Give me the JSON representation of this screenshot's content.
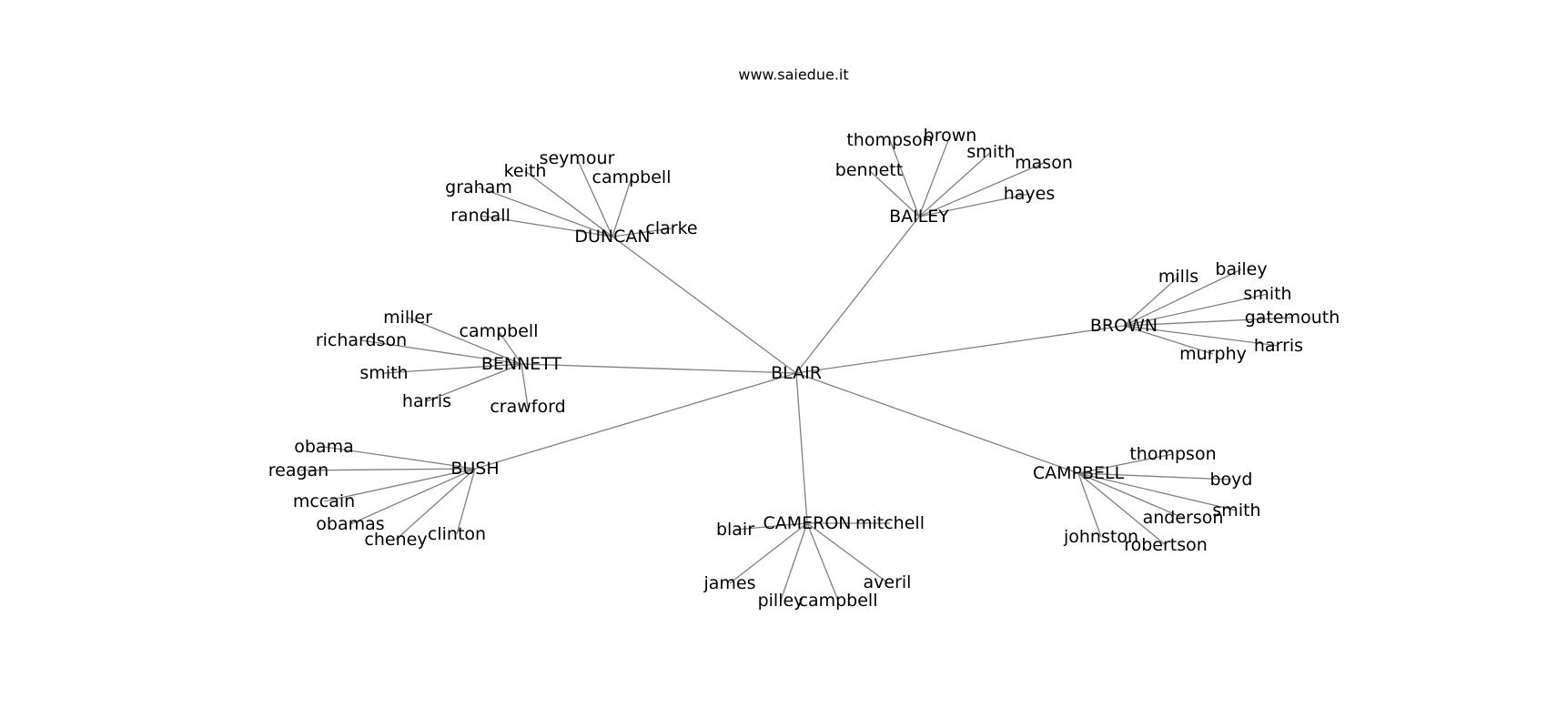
{
  "title": "www.saiedue.it",
  "colors": {
    "edge": "#808080",
    "text": "#000000",
    "background": "#ffffff"
  },
  "graph": {
    "root": "BLAIR",
    "groups": [
      {
        "hub": "DUNCAN",
        "leaves": [
          "randall",
          "graham",
          "keith",
          "seymour",
          "campbell",
          "clarke"
        ]
      },
      {
        "hub": "BAILEY",
        "leaves": [
          "bennett",
          "thompson",
          "brown",
          "smith",
          "mason",
          "hayes"
        ]
      },
      {
        "hub": "BROWN",
        "leaves": [
          "mills",
          "bailey",
          "smith",
          "gatemouth",
          "harris",
          "murphy"
        ]
      },
      {
        "hub": "BENNETT",
        "leaves": [
          "miller",
          "richardson",
          "smith",
          "campbell",
          "harris",
          "crawford"
        ]
      },
      {
        "hub": "BUSH",
        "leaves": [
          "obama",
          "reagan",
          "mccain",
          "obamas",
          "cheney",
          "clinton"
        ]
      },
      {
        "hub": "CAMERON",
        "leaves": [
          "blair",
          "mitchell",
          "james",
          "pilley",
          "campbell",
          "averil"
        ]
      },
      {
        "hub": "CAMPBELL",
        "leaves": [
          "thompson",
          "boyd",
          "smith",
          "anderson",
          "johnston",
          "robertson"
        ]
      }
    ]
  }
}
